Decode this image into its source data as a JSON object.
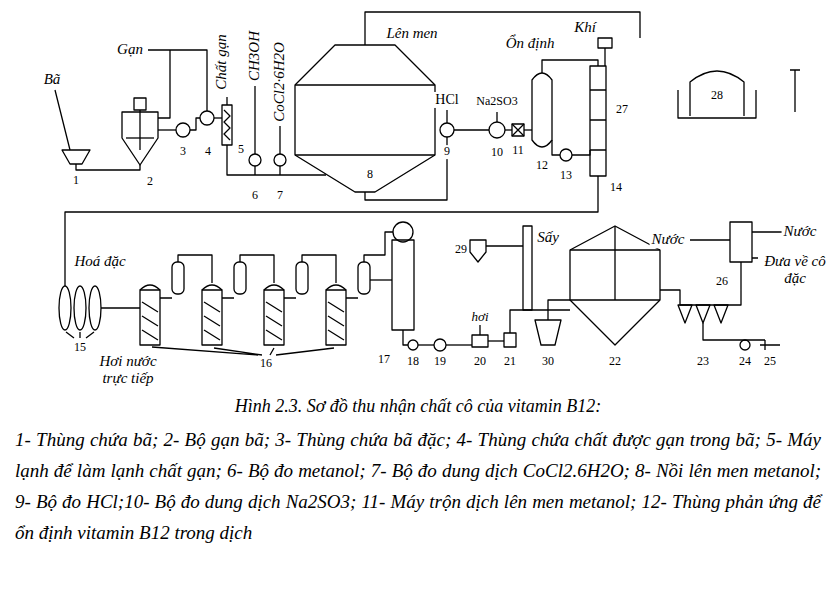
{
  "diagram": {
    "caption": "Hình 2.3. Sơ đồ thu nhận chất cô của vitamin B12:",
    "labels": [
      "Bã",
      "Gạn",
      "Chất gạn",
      "CH3OH",
      "CoCl2·6H2O",
      "Lên men",
      "Ổn định",
      "Khí",
      "HCl",
      "Na2SO3",
      "Sấy",
      "Nước",
      "Nước",
      "Đưa về cô đặc",
      "Hoá đặc",
      "Hơi nước trực tiếp",
      "hơi",
      "1",
      "2",
      "3",
      "4",
      "5",
      "6",
      "7",
      "8",
      "9",
      "10",
      "11",
      "12",
      "13",
      "14",
      "15",
      "16",
      "17",
      "18",
      "19",
      "20",
      "21",
      "22",
      "23",
      "24",
      "25",
      "26",
      "27",
      "28",
      "29",
      "30",
      "1- Thùng chứa bã; 2- Bộ gạn bã; 3- Thùng chứa bã đặc; 4- Thùng chứa chất được  gạn trong bã; 5- Máy lạnh để làm lạnh chất gạn; 6- Bộ đo metanol; 7- Bộ đo dung dịch CoCl2.6H2O; 8- Nồi lên men metanol; 9- Bộ đo HCl;10- Bộ đo dung dịch Na2SO3; 11- Máy trộn dịch lên men metanol; 12- Thùng phản ứng để ổn định vitamin B12 trong dịch"
    ]
  }
}
